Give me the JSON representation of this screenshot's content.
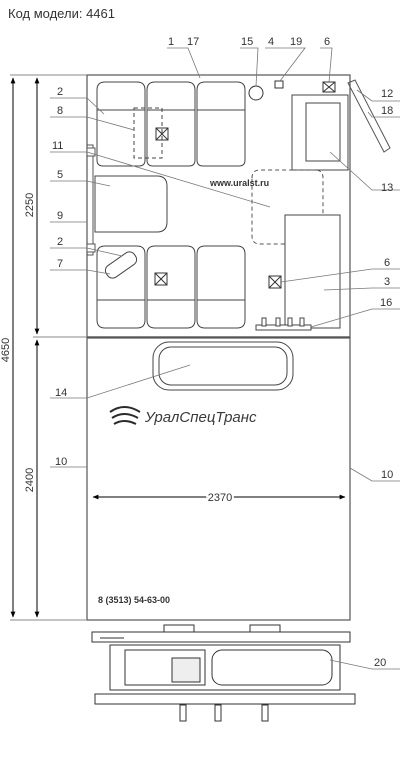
{
  "model_code": {
    "label": "Код модели:",
    "value": "4461"
  },
  "website": "www.uralst.ru",
  "company": {
    "name": "УралСпецТранс",
    "phone": "8 (3513) 54-63-00",
    "logo_icon": "uralspectrans-logo"
  },
  "dimensions": {
    "total_length": "4650",
    "cabin_length": "2250",
    "cargo_length": "2400",
    "inner_width": "2370"
  },
  "callouts": {
    "c1": "1",
    "c17": "17",
    "c15": "15",
    "c4": "4",
    "c19": "19",
    "c6a": "6",
    "c12": "12",
    "c18": "18",
    "c2a": "2",
    "c8": "8",
    "c11": "11",
    "c5": "5",
    "c13": "13",
    "c9": "9",
    "c2b": "2",
    "c7": "7",
    "c6b": "6",
    "c3": "3",
    "c16": "16",
    "c14": "14",
    "c10a": "10",
    "c10b": "10",
    "c20": "20"
  }
}
